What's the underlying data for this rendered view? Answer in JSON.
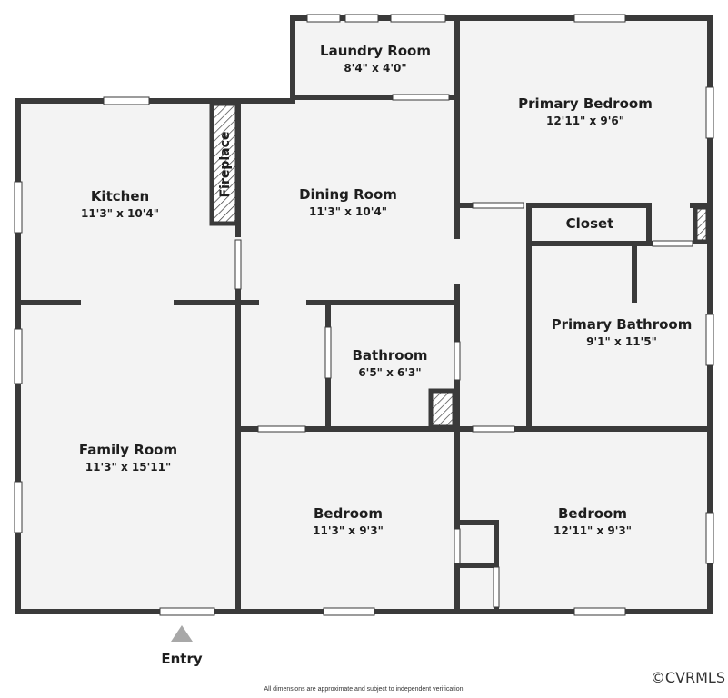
{
  "rooms": {
    "laundry": {
      "name": "Laundry Room",
      "dims": "8'4\" x 4'0\""
    },
    "primary_bedroom": {
      "name": "Primary Bedroom",
      "dims": "12'11\" x 9'6\""
    },
    "kitchen": {
      "name": "Kitchen",
      "dims": "11'3\" x 10'4\""
    },
    "dining": {
      "name": "Dining Room",
      "dims": "11'3\" x 10'4\""
    },
    "closet": {
      "name": "Closet"
    },
    "primary_bathroom": {
      "name": "Primary Bathroom",
      "dims": "9'1\" x 11'5\""
    },
    "bathroom": {
      "name": "Bathroom",
      "dims": "6'5\" x 6'3\""
    },
    "family": {
      "name": "Family Room",
      "dims": "11'3\" x 15'11\""
    },
    "bedroom_1": {
      "name": "Bedroom",
      "dims": "11'3\" x 9'3\""
    },
    "bedroom_2": {
      "name": "Bedroom",
      "dims": "12'11\" x 9'3\""
    }
  },
  "fireplace": "Fireplace",
  "entry": "Entry",
  "disclaimer": "All dimensions are approximate and subject to independent verification",
  "copyright": "©CVRMLS",
  "colors": {
    "wall": "#3a3a3a",
    "floor": "#f3f3f3",
    "window": "#ffffff",
    "entry_marker": "#a8a8a8"
  }
}
